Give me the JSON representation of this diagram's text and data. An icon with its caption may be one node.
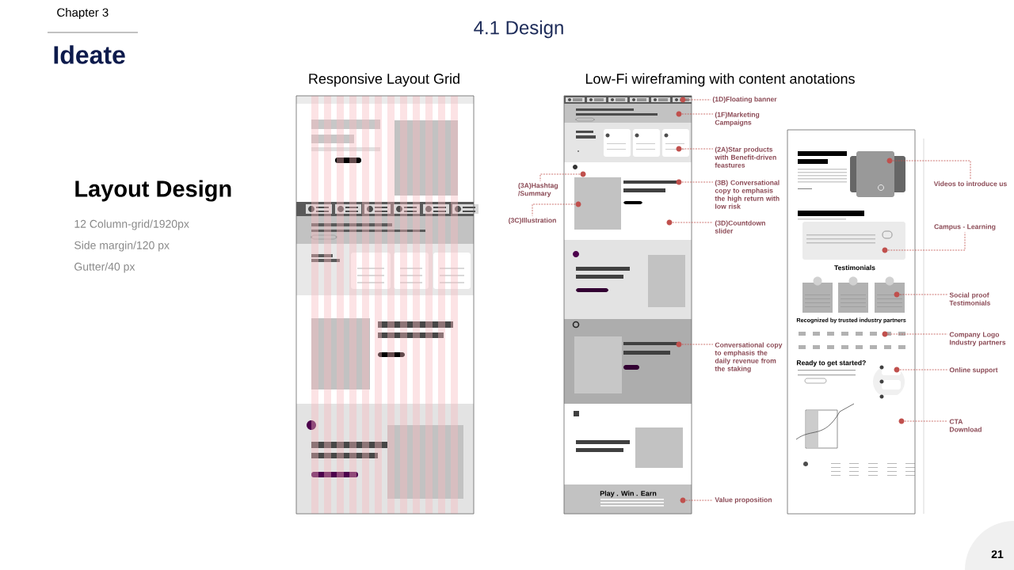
{
  "diagram": {
    "title": "4.1 Design",
    "nodes": [
      {
        "text": [
          "(1D)Floating banner"
        ]
      },
      {
        "text": [],
        "shape": "circle"
      },
      {
        "text": [
          "(1F)Marketing Campaigns"
        ]
      },
      {
        "text": [],
        "shape": "circle"
      },
      {
        "text": [
          "(2A)Star products with Benefit-driven feastures"
        ]
      },
      {
        "text": [],
        "shape": "circle"
      },
      {
        "text": [
          "(3A)Hashtag /Summary"
        ]
      },
      {
        "text": [],
        "shape": "circle"
      },
      {
        "text": [
          "(3C)Illustration"
        ]
      },
      {
        "text": [],
        "shape": "circle"
      },
      {
        "text": [
          "(3B) Conversational copy to emphasis the high return with low risk"
        ]
      },
      {
        "text": [],
        "shape": "circle"
      },
      {
        "text": [
          "(3D)Countdown slider"
        ]
      },
      {
        "text": [],
        "shape": "circle"
      },
      {
        "text": [
          "Conversational copy to emphasis the daily revenue from the staking"
        ]
      },
      {
        "text": [],
        "shape": "circle"
      },
      {
        "text": [
          "Value proposition"
        ]
      },
      {
        "text": [],
        "shape": "circle"
      },
      {
        "text": [
          "Videos to introduce us"
        ]
      },
      {
        "text": [],
        "shape": "circle"
      },
      {
        "text": [
          "Campus - Learning"
        ]
      },
      {
        "text": [],
        "shape": "circle"
      },
      {
        "text": [
          "Social proof Testimonials"
        ]
      },
      {
        "text": [],
        "shape": "circle"
      },
      {
        "text": [
          "Company Logo Industry partners"
        ]
      },
      {
        "text": [],
        "shape": "circle"
      },
      {
        "text": [
          "Online support"
        ]
      },
      {
        "text": [],
        "shape": "circle"
      },
      {
        "text": [
          "CTA Download"
        ]
      },
      {
        "text": [],
        "shape": "circle"
      }
    ],
    "edges": [
      {
        "from": 1,
        "to": 0,
        "arrow": "none",
        "style": "dashed"
      },
      {
        "from": 3,
        "to": 2,
        "arrow": "none",
        "style": "dashed"
      },
      {
        "from": 5,
        "to": 4,
        "arrow": "none",
        "style": "dashed"
      },
      {
        "from": 7,
        "to": 6,
        "arrow": "none",
        "style": "dashed"
      },
      {
        "from": 9,
        "to": 8,
        "arrow": "none",
        "style": "dashed"
      },
      {
        "from": 11,
        "to": 10,
        "arrow": "none",
        "style": "dashed"
      },
      {
        "from": 13,
        "to": 12,
        "arrow": "none",
        "style": "dashed"
      },
      {
        "from": 15,
        "to": 14,
        "arrow": "none",
        "style": "dashed"
      },
      {
        "from": 17,
        "to": 16,
        "arrow": "none",
        "style": "dashed"
      },
      {
        "from": 19,
        "to": 18,
        "arrow": "none",
        "style": "dashed"
      },
      {
        "from": 21,
        "to": 20,
        "arrow": "none",
        "style": "dashed"
      },
      {
        "from": 23,
        "to": 22,
        "arrow": "none",
        "style": "dashed"
      },
      {
        "from": 25,
        "to": 24,
        "arrow": "none",
        "style": "dashed"
      },
      {
        "from": 27,
        "to": 26,
        "arrow": "none",
        "style": "dashed"
      },
      {
        "from": 29,
        "to": 28,
        "arrow": "none",
        "style": "dashed"
      }
    ],
    "labels": [
      "Chapter 3",
      "Ideate",
      "Layout Design",
      "12 Column-grid/1920px",
      "Side margin/120 px",
      "Gutter/40 px",
      "Responsive Layout Grid",
      "Low-Fi wireframing with content anotations",
      "Play . Win . Earn",
      "Testimonials",
      "Recognized by trusted industry partners",
      "Ready to get started?",
      "21"
    ]
  }
}
